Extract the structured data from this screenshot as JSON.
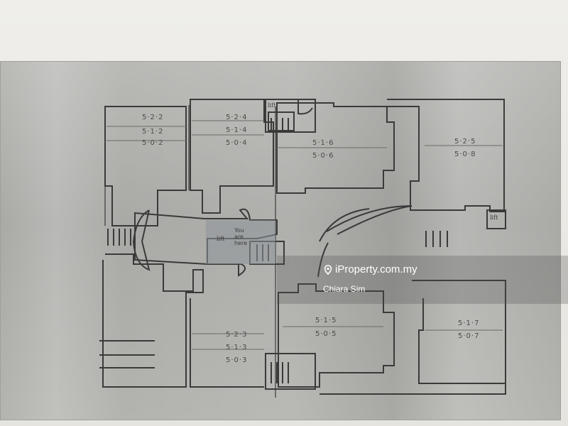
{
  "units": [
    {
      "id": "522",
      "text": "5·2·2"
    },
    {
      "id": "512",
      "text": "5·1·2"
    },
    {
      "id": "502",
      "text": "5·0·2"
    },
    {
      "id": "524",
      "text": "5·2·4"
    },
    {
      "id": "514",
      "text": "5·1·4"
    },
    {
      "id": "504",
      "text": "5·0·4"
    },
    {
      "id": "516",
      "text": "5·1·6"
    },
    {
      "id": "506",
      "text": "5·0·6"
    },
    {
      "id": "525",
      "text": "5·2·5"
    },
    {
      "id": "508",
      "text": "5·0·8"
    },
    {
      "id": "523",
      "text": "5·2·3"
    },
    {
      "id": "513",
      "text": "5·1·3"
    },
    {
      "id": "503",
      "text": "5·0·3"
    },
    {
      "id": "515",
      "text": "5·1·5"
    },
    {
      "id": "505",
      "text": "5·0·5"
    },
    {
      "id": "517",
      "text": "5·1·7"
    },
    {
      "id": "507",
      "text": "5·0·7"
    }
  ],
  "lift_label": "lift",
  "you_are_here": [
    "You",
    "are",
    "here"
  ],
  "watermark": {
    "brand": "iProperty.com.my",
    "agent": "Chiara Sim"
  },
  "colors": {
    "plate": "#b0b0ad",
    "engraving": "#3a3a3a",
    "wall": "#e9e7e3"
  }
}
